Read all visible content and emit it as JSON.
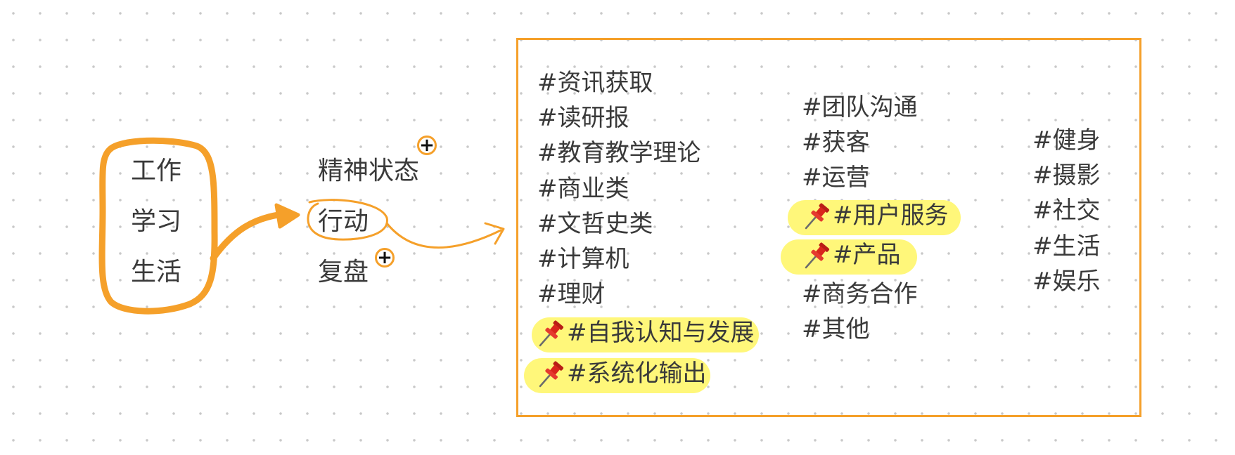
{
  "categories": {
    "items": [
      {
        "label": "工作"
      },
      {
        "label": "学习"
      },
      {
        "label": "生活"
      }
    ]
  },
  "actions": {
    "items": [
      {
        "label": "精神状态",
        "expandable": true
      },
      {
        "label": "行动",
        "circled": true
      },
      {
        "label": "复盘",
        "expandable": true
      }
    ],
    "expand_glyph": "+"
  },
  "tags": {
    "col1": [
      {
        "label": "#资讯获取"
      },
      {
        "label": "#读研报"
      },
      {
        "label": "#教育教学理论"
      },
      {
        "label": "#商业类"
      },
      {
        "label": "#文哲史类"
      },
      {
        "label": "#计算机"
      },
      {
        "label": "#理财"
      },
      {
        "label": "#自我认知与发展",
        "pinned": true,
        "highlighted": true
      },
      {
        "label": "#系统化输出",
        "pinned": true,
        "highlighted": true
      }
    ],
    "col2": [
      {
        "label": "#团队沟通"
      },
      {
        "label": "#获客"
      },
      {
        "label": "#运营"
      },
      {
        "label": "#用户服务",
        "pinned": true,
        "highlighted": true
      },
      {
        "label": "#产品",
        "pinned": true,
        "highlighted": true
      },
      {
        "label": "#商务合作"
      },
      {
        "label": "#其他"
      }
    ],
    "col3": [
      {
        "label": "#健身"
      },
      {
        "label": "#摄影"
      },
      {
        "label": "#社交"
      },
      {
        "label": "#生活"
      },
      {
        "label": "#娱乐"
      }
    ]
  },
  "colors": {
    "accent": "#f5a02a",
    "highlight": "#fff77a",
    "text": "#3a3a3a",
    "grid_dot": "#c9c9c9",
    "pin": "#d9261c"
  },
  "icons": {
    "pin": "pushpin-icon",
    "plus": "plus-circle-icon",
    "arrow": "arrow-icon"
  }
}
